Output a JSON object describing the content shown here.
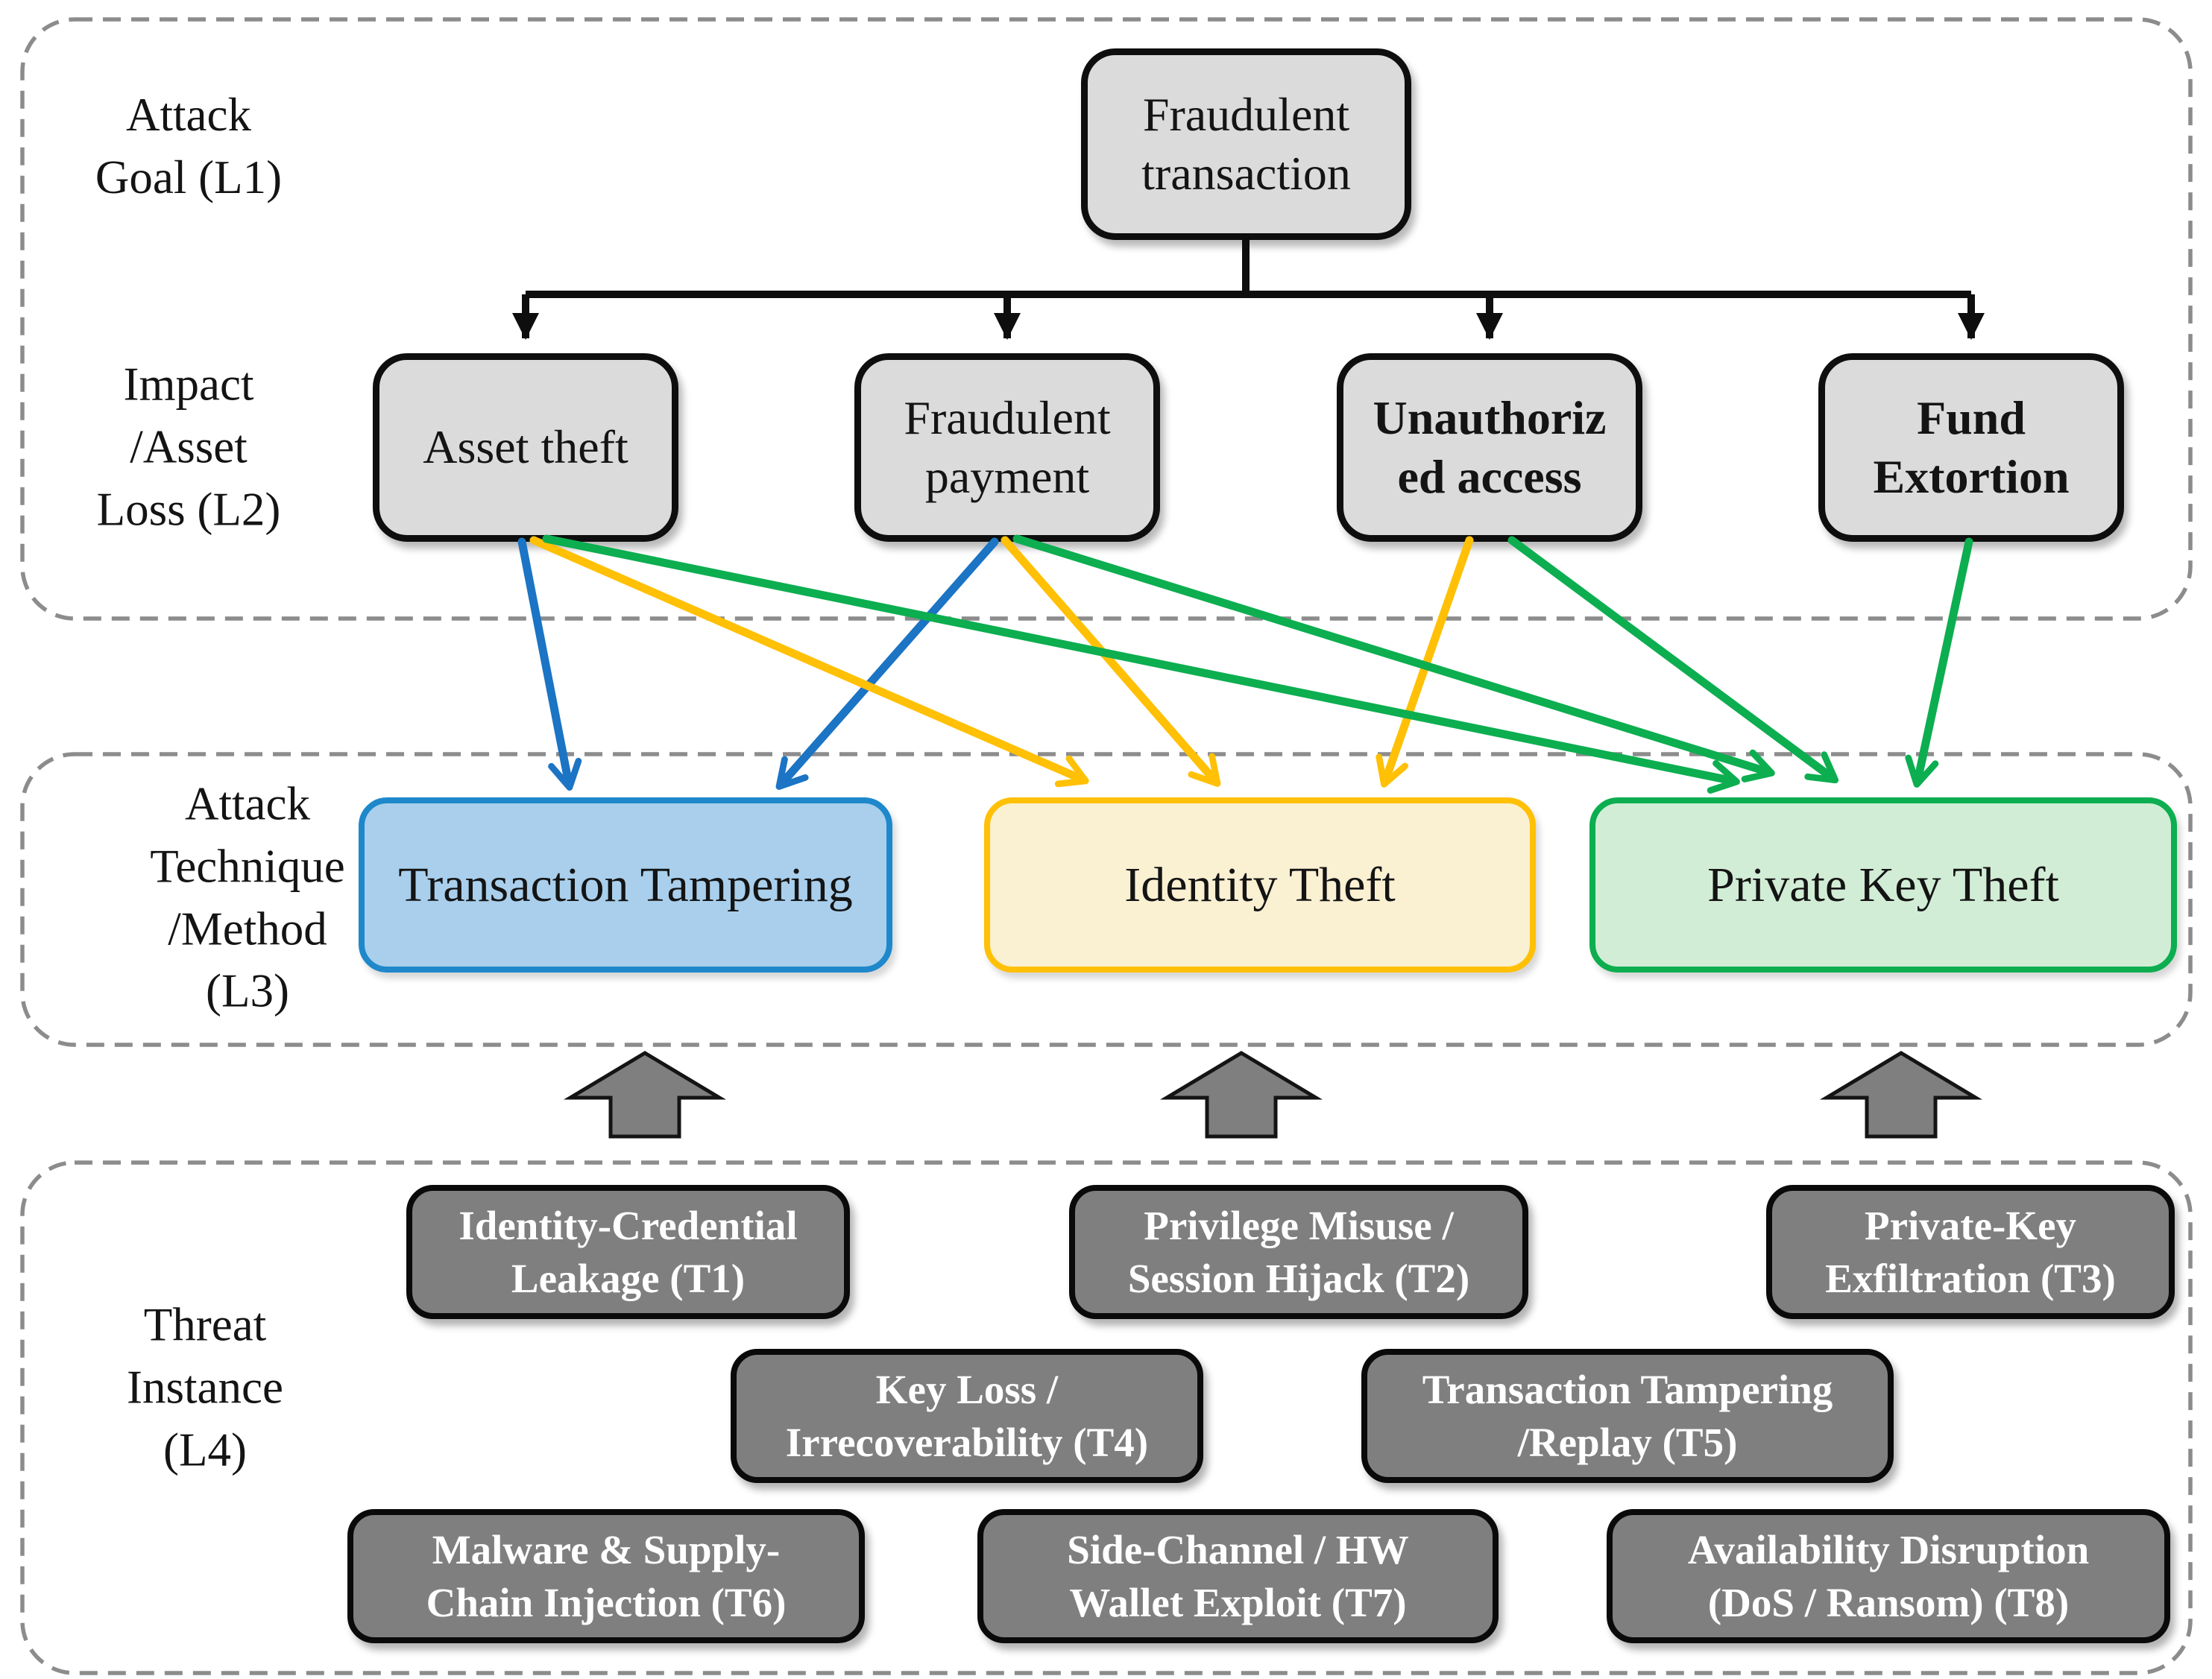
{
  "title": "Attack goal / impact / technique / threat-instance layer diagram",
  "colors": {
    "blue": "#1B74C4",
    "yellow": "#FFC006",
    "green": "#0CAE50",
    "black": "#0E0E0E",
    "container_dash": "#8C8C8C",
    "gray_box_fill": "#DBDBDB",
    "threat_box_fill": "#7F7F7F",
    "blue_box_fill": "#A9CFEC",
    "yellow_box_fill": "#FAF0D2",
    "green_box_fill": "#D2EDD6"
  },
  "layers": {
    "l1_label": "Attack\nGoal (L1)",
    "l2_label": "Impact\n/Asset\nLoss (L2)",
    "l3_label": "Attack\nTechnique\n/Method\n(L3)",
    "l4_label": "Threat\nInstance\n(L4)"
  },
  "nodes": {
    "fraudulent_transaction": "Fraudulent\ntransaction",
    "asset_theft": "Asset theft",
    "fraudulent_payment": "Fraudulent\npayment",
    "unauthorized_access": "Unauthoriz\ned access",
    "fund_extortion": "Fund\nExtortion",
    "transaction_tampering": "Transaction Tampering",
    "identity_theft": "Identity Theft",
    "private_key_theft": "Private Key Theft",
    "t1": "Identity-Credential\nLeakage (T1)",
    "t2": "Privilege Misuse /\nSession Hijack (T2)",
    "t3": "Private-Key\nExfiltration (T3)",
    "t4": "Key Loss /\nIrrecoverability (T4)",
    "t5": "Transaction Tampering\n/Replay (T5)",
    "t6": "Malware & Supply-\nChain Injection (T6)",
    "t7": "Side-Channel / HW\nWallet Exploit (T7)",
    "t8": "Availability Disruption\n(DoS / Ransom) (T8)"
  },
  "edges": {
    "goal_children": [
      "asset_theft",
      "fraudulent_payment",
      "unauthorized_access",
      "fund_extortion"
    ],
    "technique_links": [
      {
        "from": "asset_theft",
        "to": "transaction_tampering",
        "color": "blue"
      },
      {
        "from": "fraudulent_payment",
        "to": "transaction_tampering",
        "color": "blue"
      },
      {
        "from": "asset_theft",
        "to": "identity_theft",
        "color": "yellow"
      },
      {
        "from": "fraudulent_payment",
        "to": "identity_theft",
        "color": "yellow"
      },
      {
        "from": "unauthorized_access",
        "to": "identity_theft",
        "color": "yellow"
      },
      {
        "from": "asset_theft",
        "to": "private_key_theft",
        "color": "green"
      },
      {
        "from": "fraudulent_payment",
        "to": "private_key_theft",
        "color": "green"
      },
      {
        "from": "unauthorized_access",
        "to": "private_key_theft",
        "color": "green"
      },
      {
        "from": "fund_extortion",
        "to": "private_key_theft",
        "color": "green"
      }
    ],
    "up_arrows": [
      "transaction_tampering",
      "identity_theft",
      "private_key_theft"
    ]
  }
}
